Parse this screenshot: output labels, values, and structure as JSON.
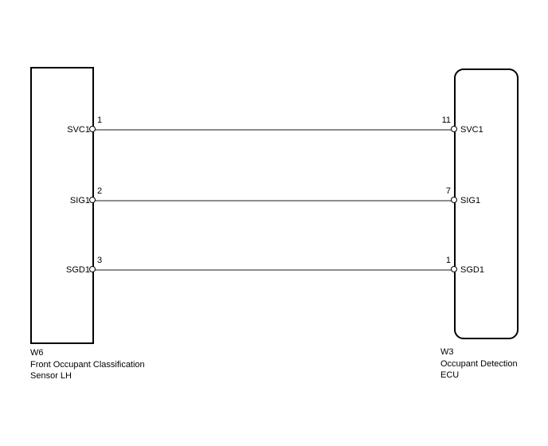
{
  "diagram": {
    "background_color": "#ffffff",
    "wire_color": "#8c8c8c",
    "box_border_color": "#000000",
    "left_component": {
      "id": "W6",
      "name_lines": [
        "Front Occupant Classification",
        "Sensor LH"
      ],
      "pins": [
        {
          "number": "1",
          "label": "SVC1"
        },
        {
          "number": "2",
          "label": "SIG1"
        },
        {
          "number": "3",
          "label": "SGD1"
        }
      ]
    },
    "right_component": {
      "id": "W3",
      "name_lines": [
        "Occupant Detection",
        "ECU"
      ],
      "pins": [
        {
          "number": "11",
          "label": "SVC1"
        },
        {
          "number": "7",
          "label": "SIG1"
        },
        {
          "number": "1",
          "label": "SGD1"
        }
      ]
    },
    "wires": [
      {
        "signal": "SVC1",
        "from_pin": "1",
        "to_pin": "11"
      },
      {
        "signal": "SIG1",
        "from_pin": "2",
        "to_pin": "7"
      },
      {
        "signal": "SGD1",
        "from_pin": "3",
        "to_pin": "1"
      }
    ]
  }
}
